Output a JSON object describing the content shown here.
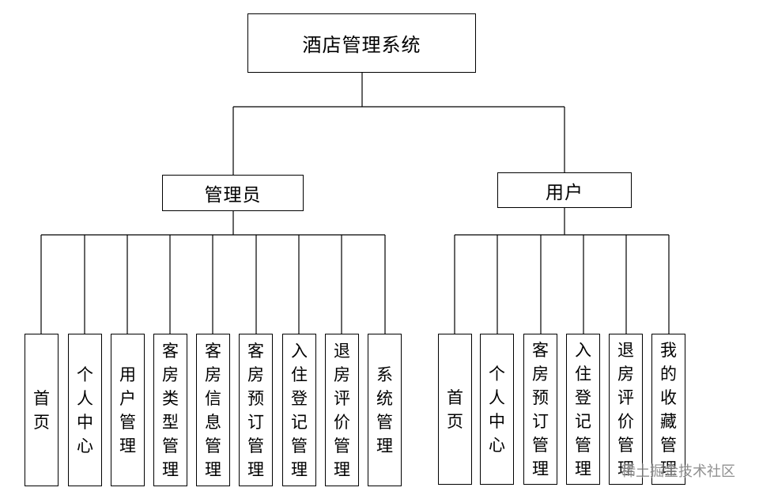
{
  "root": {
    "label": "酒店管理系统"
  },
  "admin": {
    "label": "管理员",
    "children": [
      "首页",
      "个人中心",
      "用户管理",
      "客房类型管理",
      "客房信息管理",
      "客房预订管理",
      "入住登记管理",
      "退房评价管理",
      "系统管理"
    ]
  },
  "user": {
    "label": "用户",
    "children": [
      "首页",
      "个人中心",
      "客房预订管理",
      "入住登记管理",
      "退房评价管理",
      "我的收藏管理"
    ]
  },
  "watermark": "稀土掘金技术社区"
}
